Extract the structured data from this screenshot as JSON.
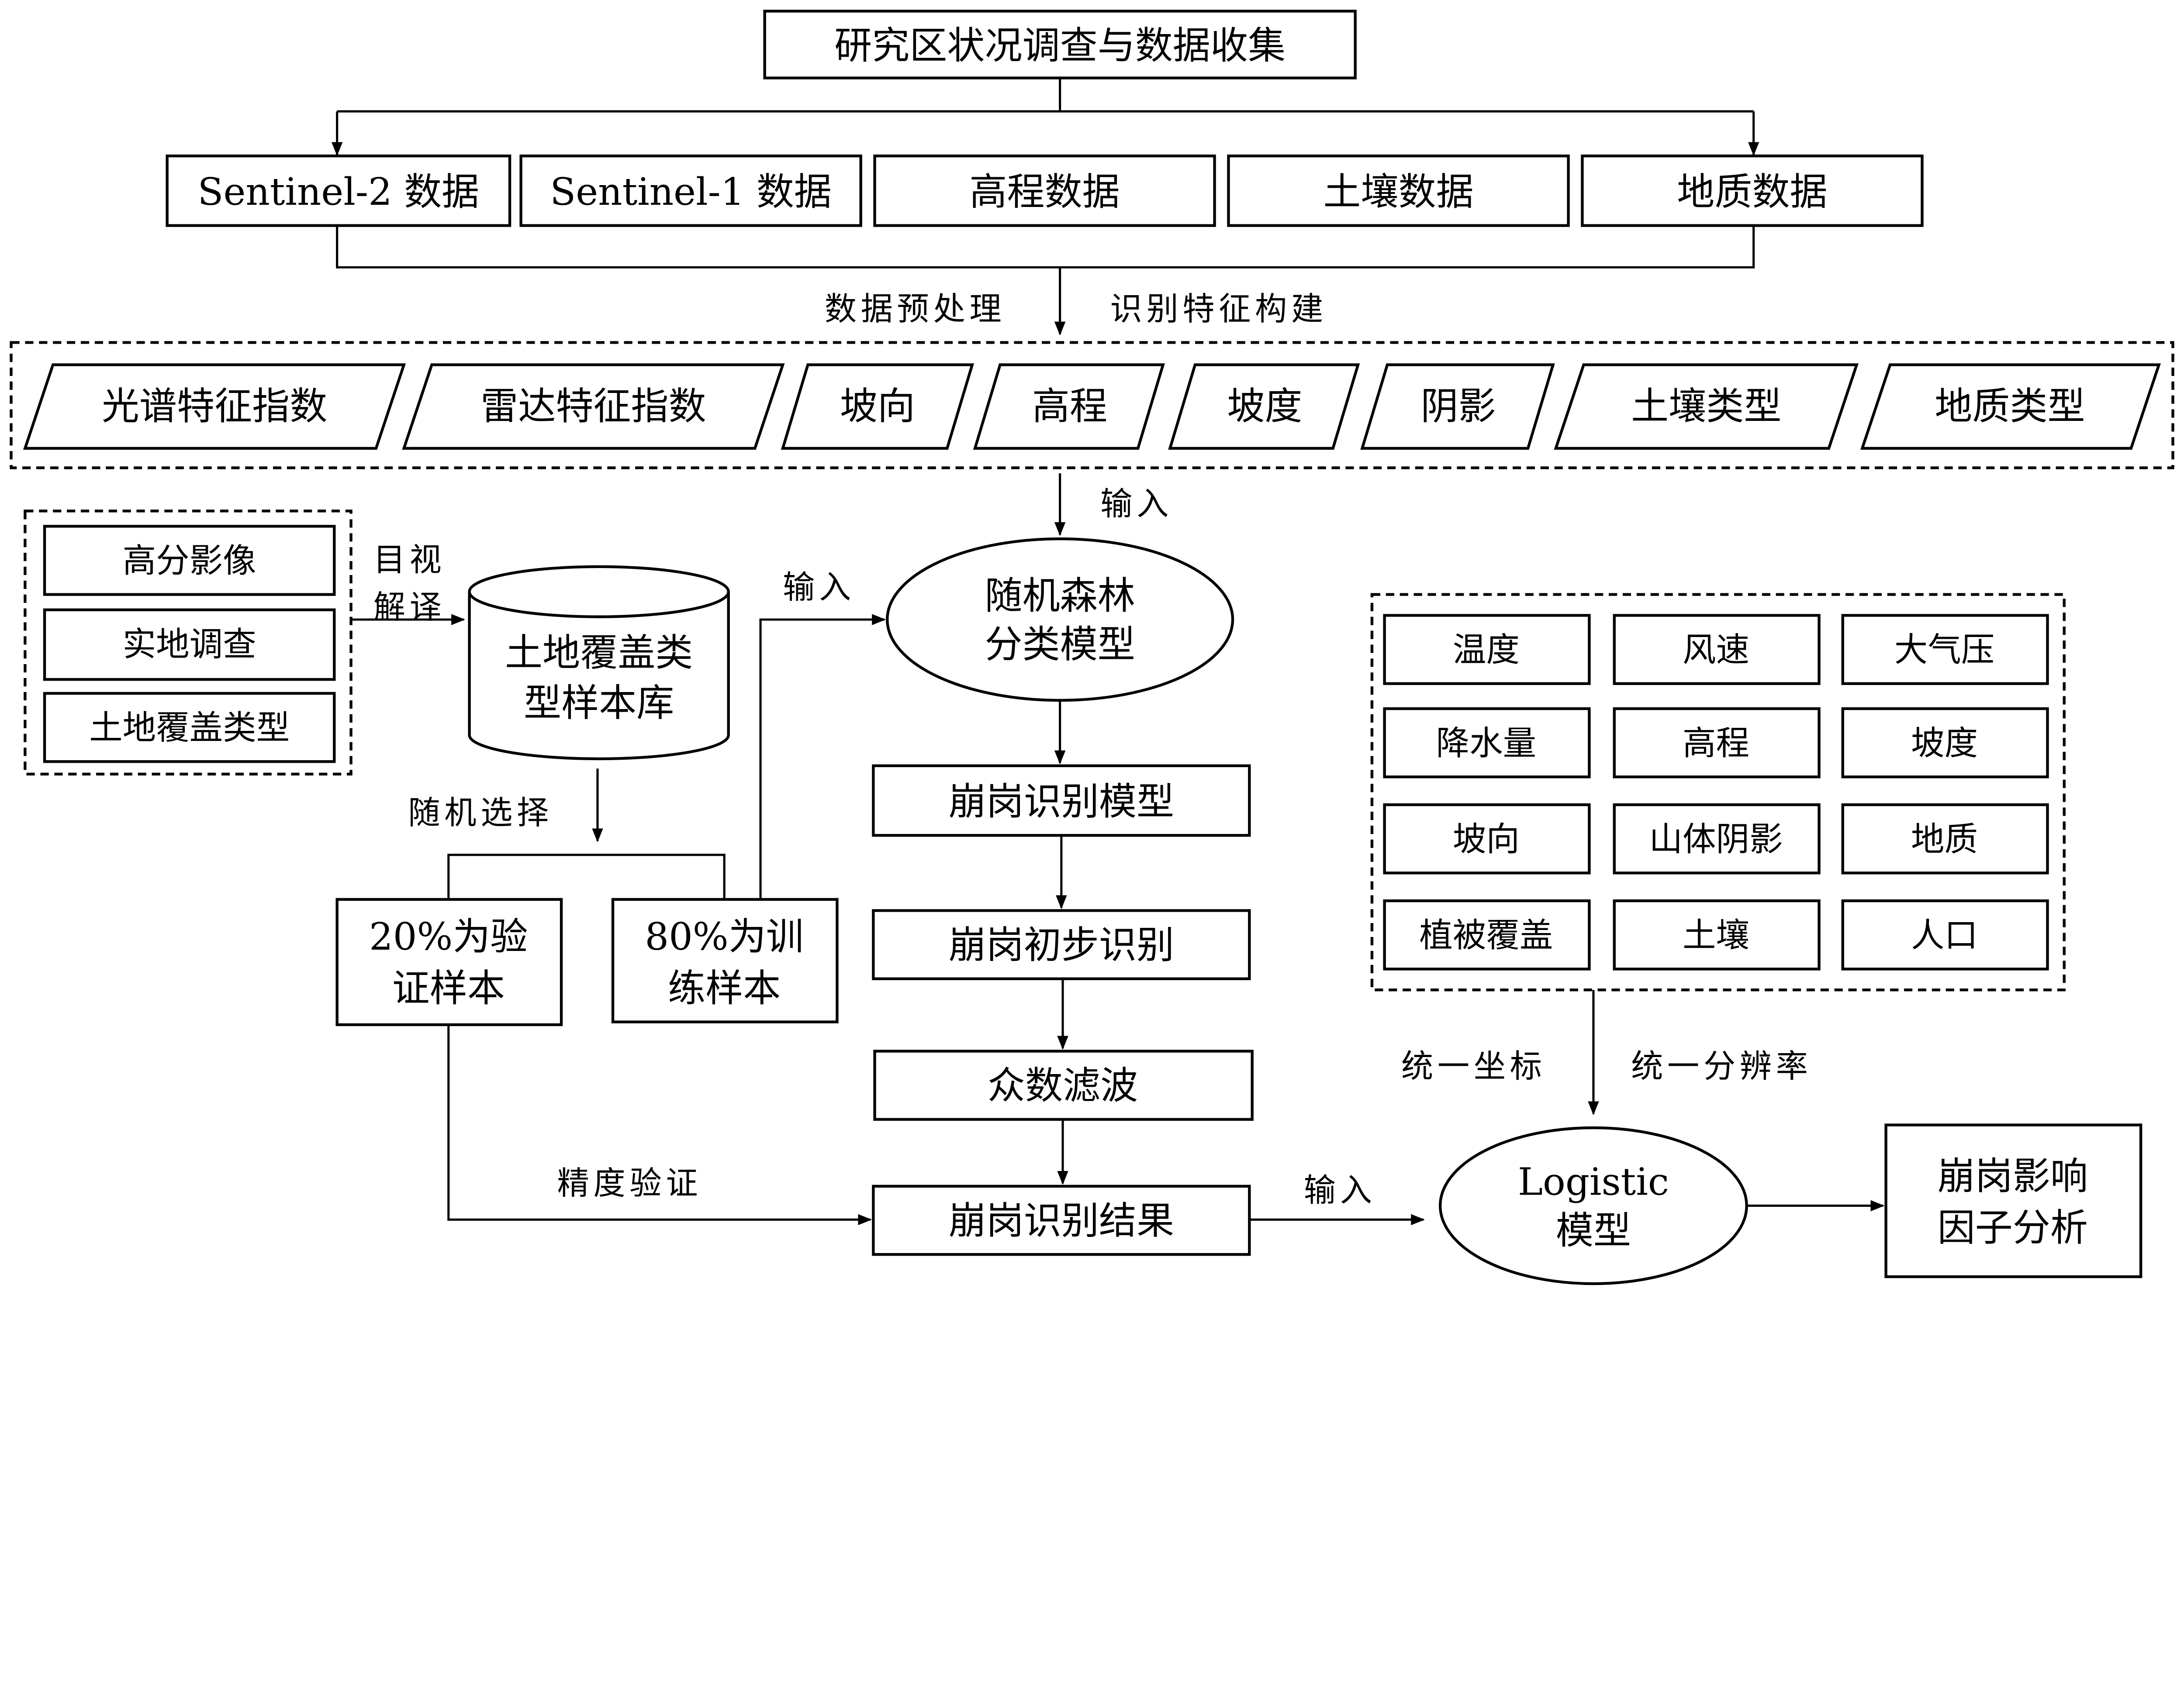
{
  "top": "研究区状况调查与数据收集",
  "sources": [
    "Sentinel-2 数据",
    "Sentinel-1 数据",
    "高程数据",
    "土壤数据",
    "地质数据"
  ],
  "preprocess_label": "数据预处理",
  "feature_label": "识别特征构建",
  "features": [
    "光谱特征指数",
    "雷达特征指数",
    "坡向",
    "高程",
    "坡度",
    "阴影",
    "土壤类型",
    "地质类型"
  ],
  "input_label": "输入",
  "rf_model": [
    "随机森林",
    "分类模型"
  ],
  "sample_sources": [
    "高分影像",
    "实地调查",
    "土地覆盖类型"
  ],
  "visual_interp": [
    "目视",
    "解译"
  ],
  "sample_db": [
    "土地覆盖类",
    "型样本库"
  ],
  "random_select": "随机选择",
  "validation_sample": [
    "20%为验",
    "证样本"
  ],
  "training_sample": [
    "80%为训",
    "练样本"
  ],
  "pipeline": [
    "崩岗识别模型",
    "崩岗初步识别",
    "众数滤波",
    "崩岗识别结果"
  ],
  "accuracy_label": "精度验证",
  "factors": [
    "温度",
    "风速",
    "大气压",
    "降水量",
    "高程",
    "坡度",
    "坡向",
    "山体阴影",
    "地质",
    "植被覆盖",
    "土壤",
    "人口"
  ],
  "unify_coord": "统一坐标",
  "unify_res": "统一分辨率",
  "logistic": [
    "Logistic",
    "模型"
  ],
  "result": [
    "崩岗影响",
    "因子分析"
  ]
}
